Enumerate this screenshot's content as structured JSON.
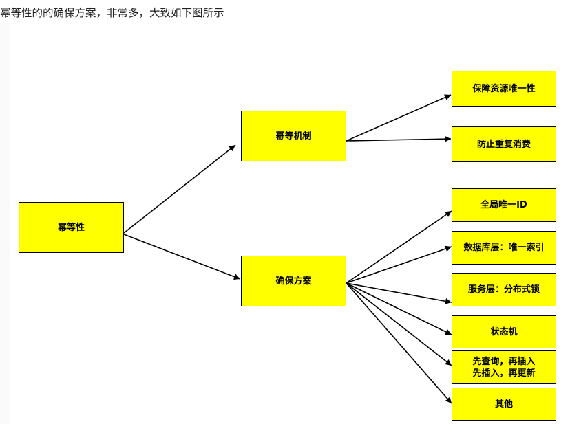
{
  "heading": "幂等性的的确保方案，非常多，大致如下图所示",
  "colors": {
    "node_fill": "#ffff00",
    "node_border": "#000000",
    "edge": "#000000"
  },
  "diagram": {
    "root": {
      "label": "幂等性"
    },
    "branches": [
      {
        "label": "幂等机制",
        "children": [
          {
            "label": "保障资源唯一性"
          },
          {
            "label": "防止重复消费"
          }
        ]
      },
      {
        "label": "确保方案",
        "children": [
          {
            "label": "全局唯一ID"
          },
          {
            "label": "数据库层：唯一索引"
          },
          {
            "label": "服务层：分布式锁"
          },
          {
            "label": "状态机"
          },
          {
            "label": "先查询，再插入\n先插入，再更新"
          },
          {
            "label": "其他"
          }
        ]
      }
    ]
  }
}
